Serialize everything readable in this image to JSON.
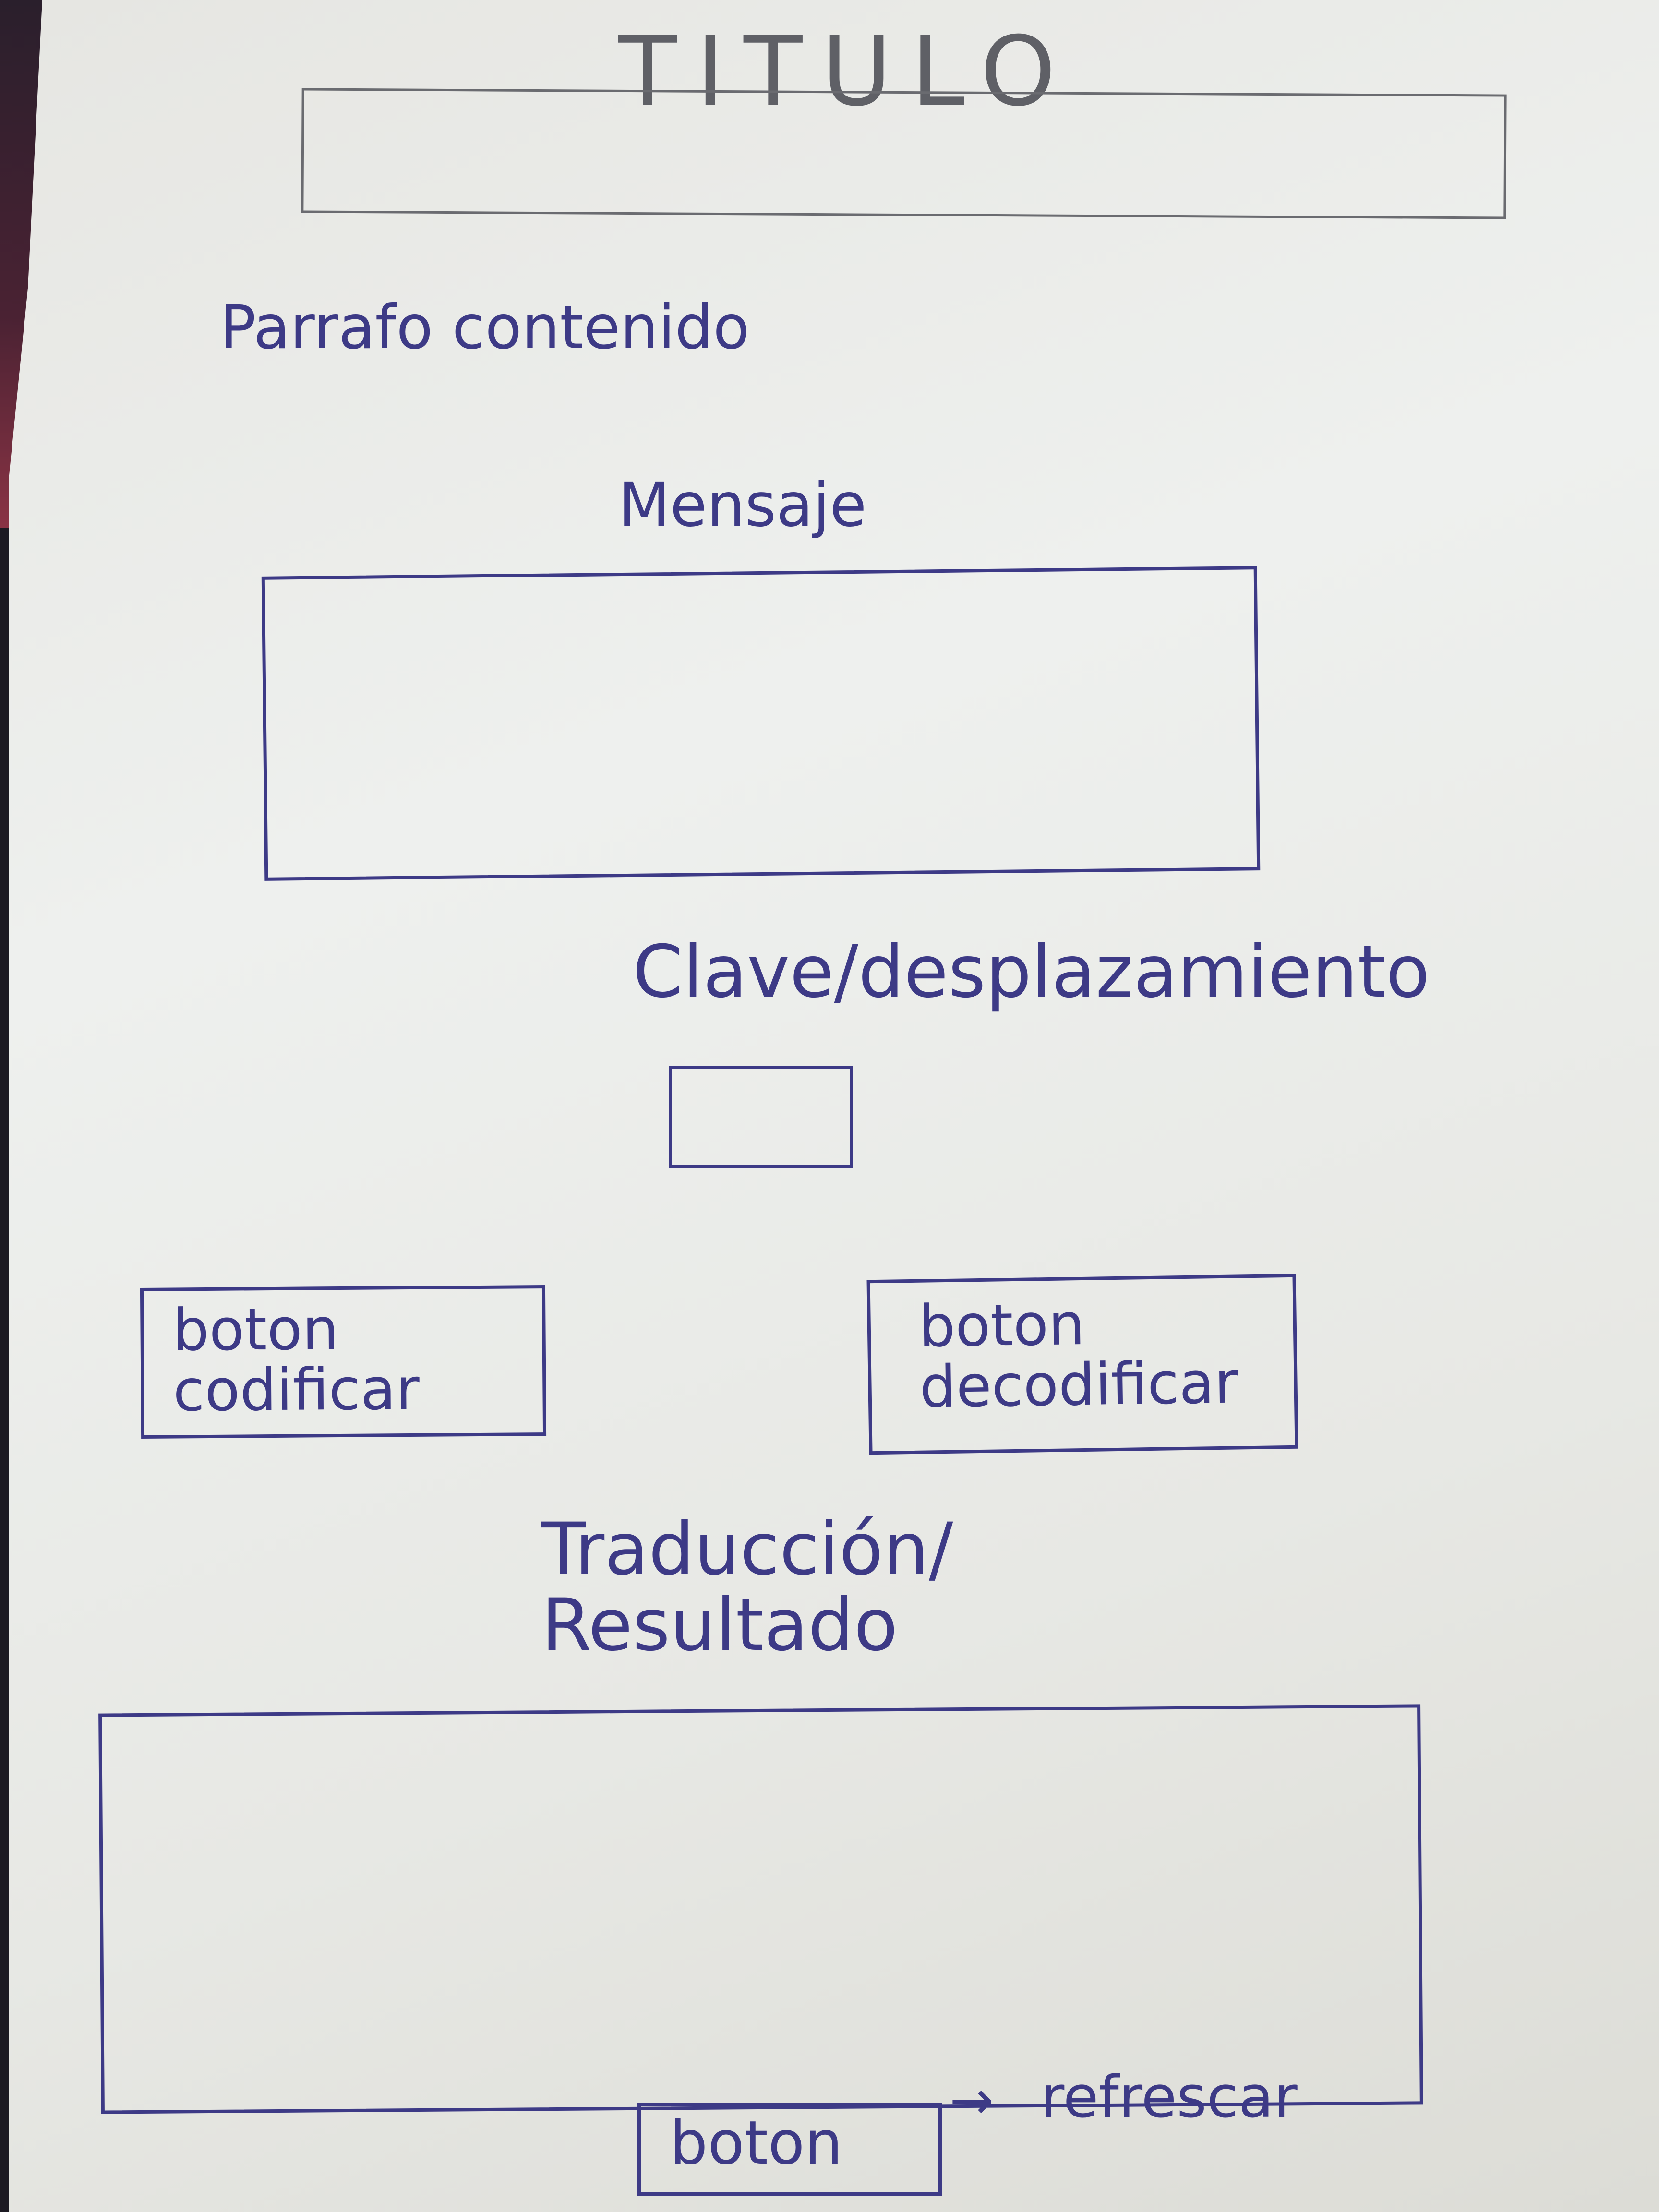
{
  "sketch": {
    "title": "TITULO",
    "paragraph": "Parrafo contenido",
    "message_label": "Mensaje",
    "key_label": "Clave/desplazamiento",
    "encode_button": "boton codificar",
    "decode_button": "boton decodificar",
    "result_label": "Traducción/ Resultado",
    "refresh_button": "boton",
    "refresh_arrow": "→",
    "refresh_note": "refrescar"
  },
  "colors": {
    "ink": "#3d3a86",
    "pencil": "#5f6066",
    "paper": "#e9eae6"
  }
}
